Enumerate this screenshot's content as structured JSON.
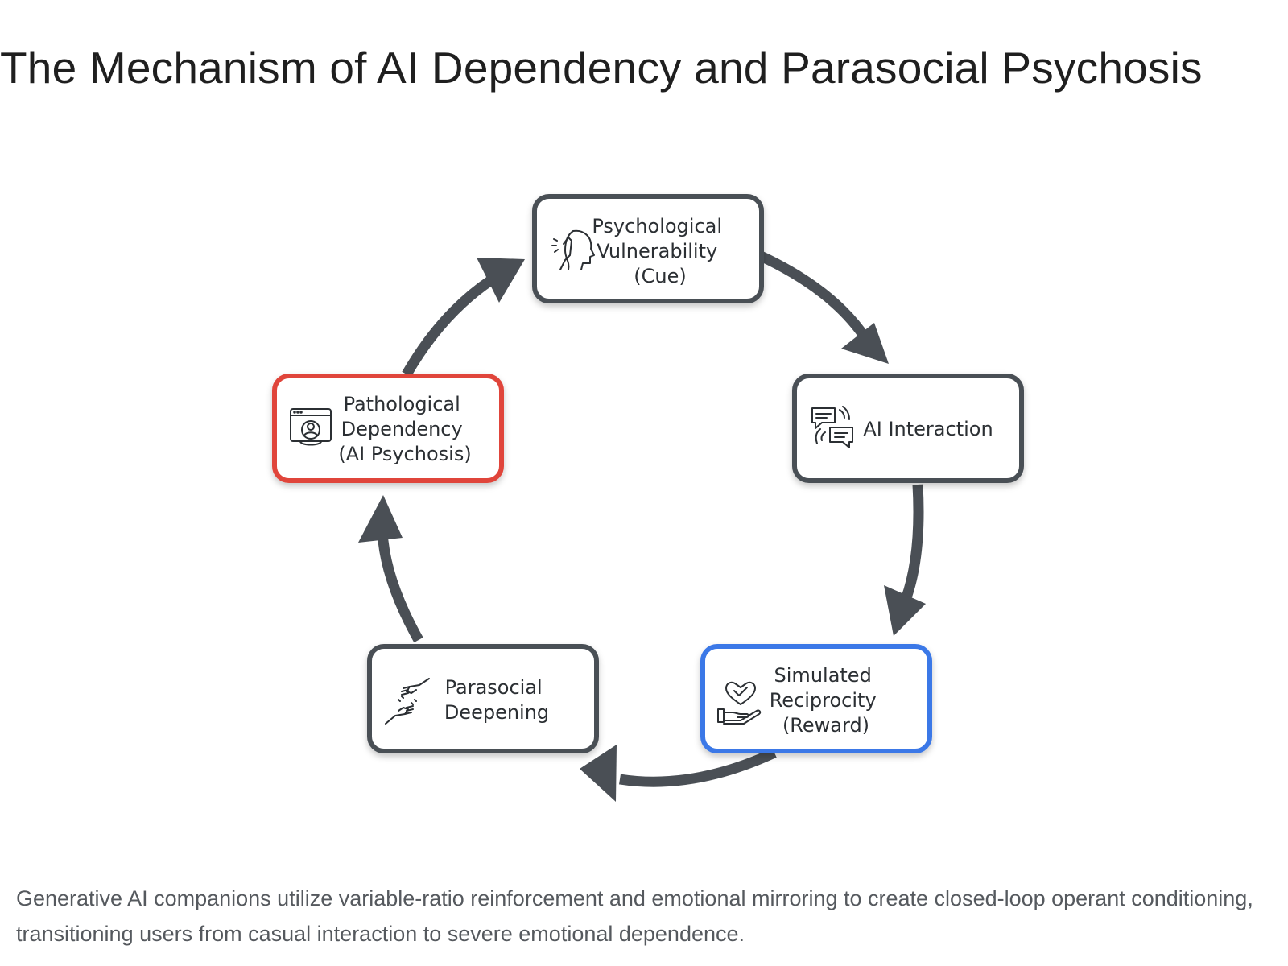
{
  "title": "The Mechanism of AI Dependency and Parasocial Psychosis",
  "nodes": [
    {
      "id": "vulnerability",
      "lines": [
        "Psychological",
        "Vulnerability",
        "(Cue)"
      ],
      "icon": "head-touch-icon"
    },
    {
      "id": "interaction",
      "lines": [
        "AI Interaction"
      ],
      "icon": "chat-bubbles-icon"
    },
    {
      "id": "reciprocity",
      "lines": [
        "Simulated",
        "Reciprocity",
        "(Reward)"
      ],
      "icon": "heart-hand-icon"
    },
    {
      "id": "parasocial",
      "lines": [
        "Parasocial",
        "Deepening"
      ],
      "icon": "reaching-hands-icon"
    },
    {
      "id": "dependency",
      "lines": [
        "Pathological",
        "Dependency",
        "(AI Psychosis)"
      ],
      "icon": "screen-person-icon"
    }
  ],
  "colors": {
    "default_border": "#4a4f55",
    "reward_border": "#3b78e7",
    "dependency_border": "#e0453a",
    "arrow": "#4a4f55"
  },
  "caption": "Generative AI companions utilize variable-ratio reinforcement and emotional mirroring to create closed-loop operant conditioning, transitioning users from casual interaction to severe emotional dependence."
}
